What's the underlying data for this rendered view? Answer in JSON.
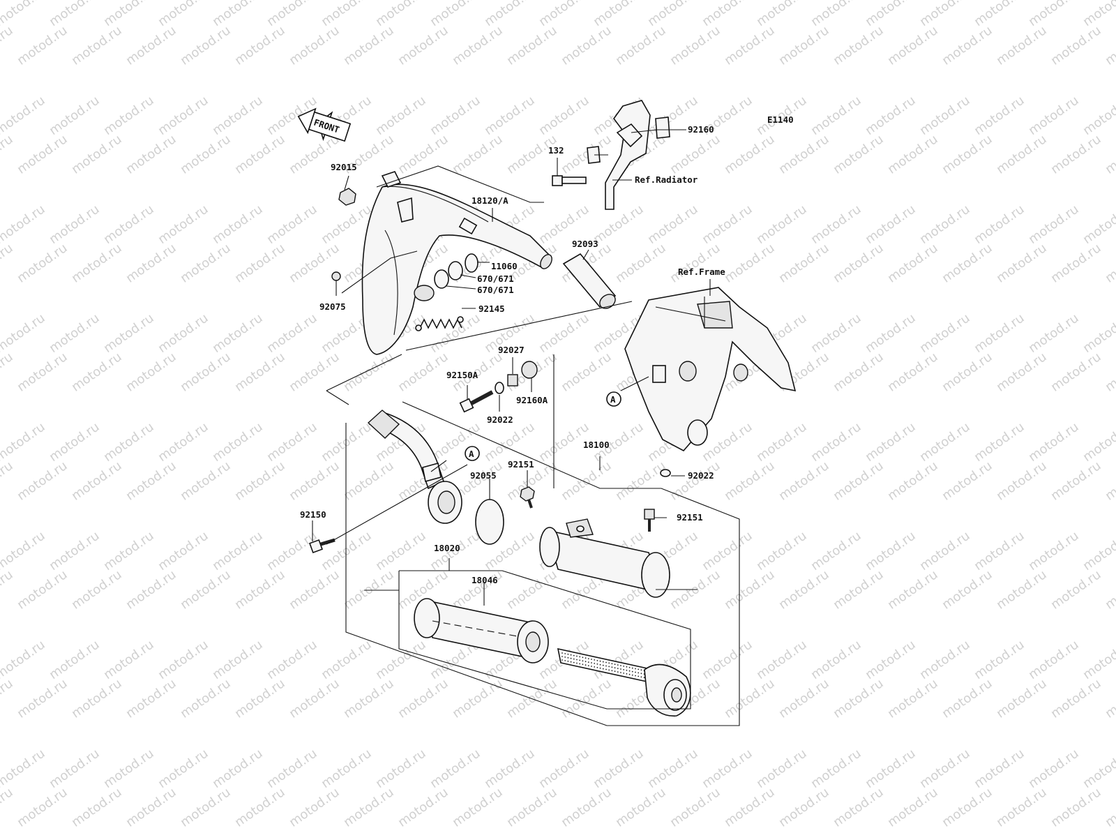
{
  "diagram": {
    "code": "E1140",
    "front_label": "FRONT",
    "watermark": "motod.ru",
    "callout_letter": "A",
    "refs": {
      "radiator": "Ref.Radiator",
      "frame": "Ref.Frame"
    },
    "labels": {
      "p92160": "92160",
      "p132": "132",
      "p92015": "92015",
      "p18120A": "18120/A",
      "p92093": "92093",
      "p11060": "11060",
      "p670a": "670/671",
      "p670b": "670/671",
      "p92075": "92075",
      "p92145": "92145",
      "p92027": "92027",
      "p92150A": "92150A",
      "p92160A": "92160A",
      "p92022a": "92022",
      "p18100": "18100",
      "p92151a": "92151",
      "p92055": "92055",
      "p92022b": "92022",
      "p92150": "92150",
      "p92151b": "92151",
      "p18020": "18020",
      "p18046": "18046"
    }
  }
}
